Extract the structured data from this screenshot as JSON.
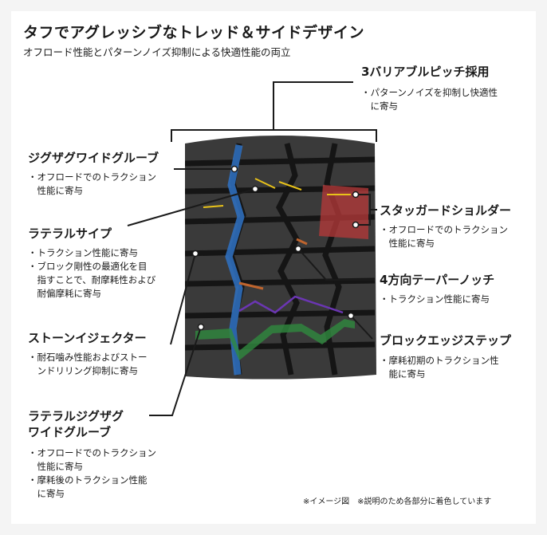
{
  "header": {
    "title": "タフでアグレッシブなトレッド＆サイドデザイン",
    "subtitle": "オフロード性能とパターンノイズ抑制による快適性能の両立"
  },
  "features": {
    "variable_pitch": {
      "title": "3バリアブルピッチ採用",
      "desc": [
        "・パターンノイズを抑制し快適性",
        "　に寄与"
      ]
    },
    "zigzag_groove": {
      "title": "ジグザグワイドグルーブ",
      "desc": [
        "・オフロードでのトラクション",
        "　性能に寄与"
      ]
    },
    "lateral_sipe": {
      "title": "ラテラルサイプ",
      "desc": [
        "・トラクション性能に寄与",
        "・ブロック剛性の最適化を目",
        "　指すことで、耐摩耗性および",
        "　耐偏摩耗に寄与"
      ]
    },
    "stone_ejector": {
      "title": "ストーンイジェクター",
      "desc": [
        "・耐石噛み性能およびストー",
        "　ンドリリング抑制に寄与"
      ]
    },
    "lateral_zigzag": {
      "title": [
        "ラテラルジグザグ",
        "ワイドグルーブ"
      ],
      "desc": [
        "・オフロードでのトラクション",
        "　性能に寄与",
        "・摩耗後のトラクション性能",
        "　に寄与"
      ]
    },
    "staggered_shoulder": {
      "title": "スタッガードショルダー",
      "desc": [
        "・オフロードでのトラクション",
        "　性能に寄与"
      ]
    },
    "taper_notch": {
      "title": "4方向テーパーノッチ",
      "desc": [
        "・トラクション性能に寄与"
      ]
    },
    "block_edge_step": {
      "title": "ブロックエッジステップ",
      "desc": [
        "・摩耗初期のトラクション性",
        "　能に寄与"
      ]
    }
  },
  "footnote": "※イメージ図　※説明のため各部分に着色しています",
  "colors": {
    "tread": "#2c2c2c",
    "groove_highlight": "#2f72c4",
    "sipe_highlight": "#e8c21a",
    "shoulder_highlight": "#b83a3a",
    "notch_highlight": "#c0652e",
    "edge_step_highlight": "#6b36b3",
    "lateral_groove_highlight": "#2f8a3e"
  }
}
